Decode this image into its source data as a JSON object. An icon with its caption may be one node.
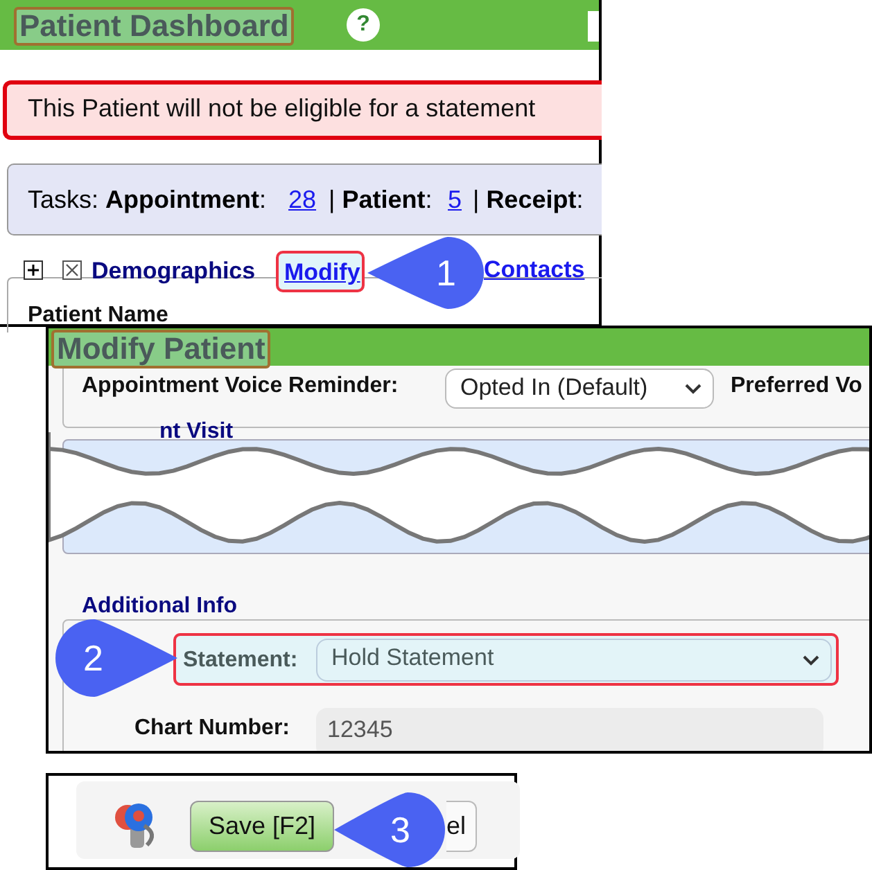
{
  "diagram": {
    "labels": [
      "Patient Dashboard",
      "?",
      "This Patient will not be eligible for a statement",
      "Tasks: **Appointment**:",
      "28",
      "| **Patient**:",
      "5",
      "| **Receipt**:",
      "Demographics",
      "Modify",
      "1",
      "Contacts",
      "Patient Name",
      "Modify Patient",
      "Appointment Voice Reminder:",
      "Opted In (Default)",
      "Preferred Vo",
      "nt Visit",
      "Additional Info",
      "2",
      "Statement:",
      "Hold Statement",
      "Chart Number:",
      "12345",
      "Save [F2]",
      "el",
      "3"
    ]
  }
}
